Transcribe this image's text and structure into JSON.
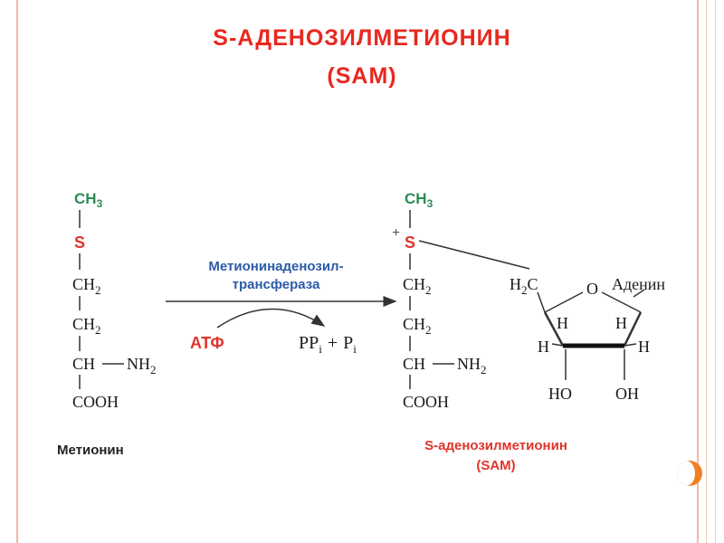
{
  "title": {
    "line1": "S-АДЕНОЗИЛМЕТИОНИН",
    "line2": "(SAM)"
  },
  "colors": {
    "title": "#e8281f",
    "ch3_s": "#2e8b57",
    "enzyme": "#2c5ba8",
    "atp": "#e0332a",
    "accent_dot": "#f07f22"
  },
  "methionine": {
    "ch3": "CH",
    "ch3_sub": "3",
    "s": "S",
    "ch2_a": "CH",
    "ch2_a_sub": "2",
    "ch2_b": "CH",
    "ch2_b_sub": "2",
    "ch": "CH",
    "nh2": "NH",
    "nh2_sub": "2",
    "cooh": "COOH",
    "caption": "Метионин"
  },
  "reaction": {
    "enzyme_line1": "Метионинаденозил-",
    "enzyme_line2": "трансфераза",
    "atp": "АТФ",
    "pp": "PP",
    "pp_sub": "i",
    "plus": "+",
    "p": "P",
    "p_sub": "i"
  },
  "sam": {
    "ch3": "CH",
    "ch3_sub": "3",
    "plus": "+",
    "s": "S",
    "ch2_a": "CH",
    "ch2_a_sub": "2",
    "ch2_b": "CH",
    "ch2_b_sub": "2",
    "ch": "CH",
    "nh2": "NH",
    "nh2_sub": "2",
    "cooh": "COOH",
    "caption_line1": "S-аденозилметионин",
    "caption_line2": "(SAM)"
  },
  "ribose": {
    "h2c": "H",
    "h2c_sub": "2",
    "h2c_c": "C",
    "o": "O",
    "adenine": "Аденин",
    "h_left_in": "H",
    "h_right_in": "H",
    "h_left_out": "H",
    "h_right_out": "H",
    "ho": "HO",
    "oh": "OH"
  }
}
